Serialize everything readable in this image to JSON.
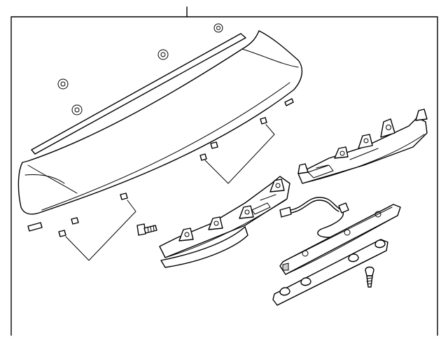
{
  "diagram": {
    "frame_color": "#000000",
    "background": "#ffffff",
    "parts": [
      "rear-spoiler",
      "spoiler-seal-strip",
      "grommet",
      "clip",
      "high-mount-stop-lamp",
      "lamp-wiring-harness",
      "mounting-bracket",
      "bolt",
      "screw"
    ]
  }
}
